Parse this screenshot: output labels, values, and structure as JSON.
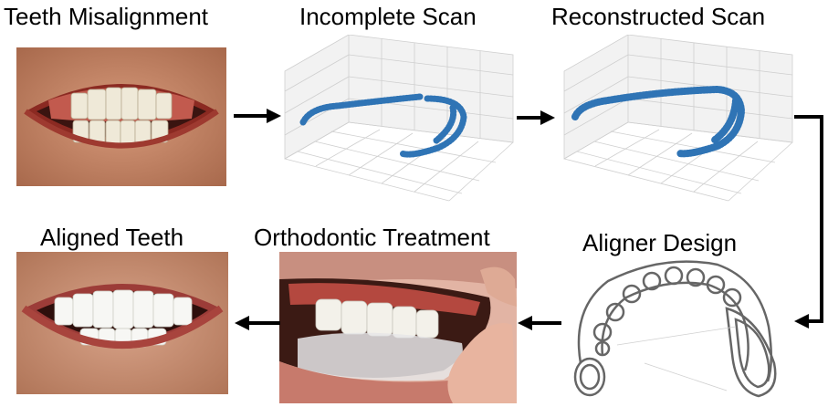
{
  "steps": {
    "misalignment": {
      "title": "Teeth Misalignment",
      "image": "misaligned-teeth-photo"
    },
    "incomplete_scan": {
      "title": "Incomplete Scan",
      "image": "3d-point-cloud-partial-arch"
    },
    "reconstructed_scan": {
      "title": "Reconstructed Scan",
      "image": "3d-point-cloud-full-arch"
    },
    "aligner_design": {
      "title": "Aligner Design",
      "image": "aligner-outline-drawing"
    },
    "treatment": {
      "title": "Orthodontic Treatment",
      "image": "clear-aligner-being-inserted-photo"
    },
    "aligned": {
      "title": "Aligned Teeth",
      "image": "aligned-teeth-photo"
    }
  },
  "colors": {
    "point_cloud": "#2f74b5",
    "arrow": "#000000",
    "outline": "#666666"
  },
  "icons": [
    "right-arrow-icon",
    "left-arrow-icon",
    "elbow-arrow-icon"
  ]
}
